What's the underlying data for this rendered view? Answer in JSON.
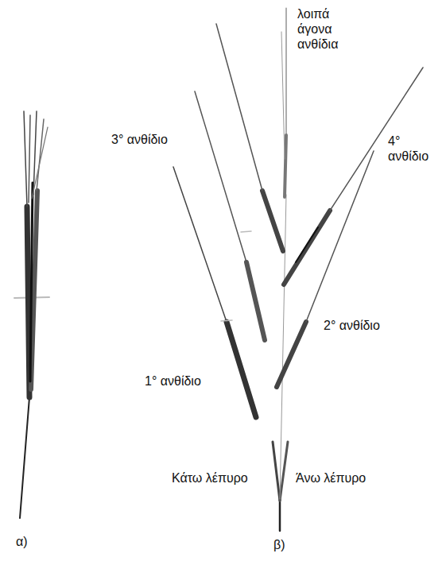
{
  "diagram": {
    "labels": [
      "λοιπά άγονα ανθίδια",
      "3° ανθίδιο",
      "4° ανθίδιο",
      "2° ανθίδιο",
      "1° ανθίδιο",
      "Κάτω λέπυρο",
      "Άνω λέπυρο",
      "α)",
      "β)"
    ]
  }
}
